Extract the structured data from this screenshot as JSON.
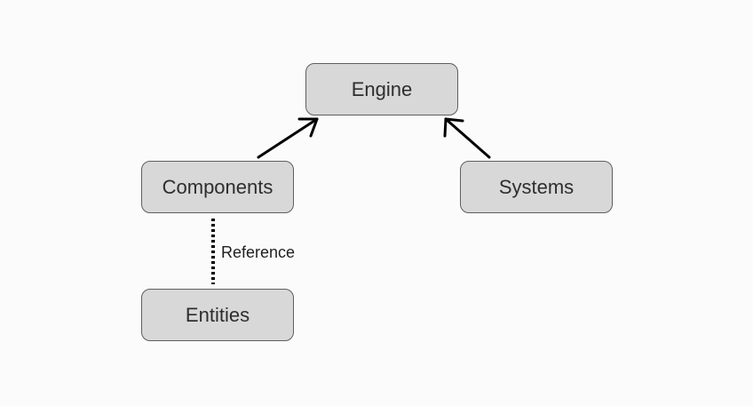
{
  "diagram": {
    "nodes": {
      "engine": "Engine",
      "components": "Components",
      "systems": "Systems",
      "entities": "Entities"
    },
    "edges": [
      {
        "from": "Components",
        "to": "Engine",
        "style": "solid-arrow"
      },
      {
        "from": "Systems",
        "to": "Engine",
        "style": "solid-arrow"
      },
      {
        "from": "Components",
        "to": "Entities",
        "style": "dotted",
        "label": "Reference"
      }
    ],
    "reference_label": "Reference"
  },
  "colors": {
    "background": "#fbfbfb",
    "node_fill": "#d9d8d8",
    "node_border": "#5f5f5f",
    "text": "#2e2e2e",
    "edge": "#000000"
  }
}
